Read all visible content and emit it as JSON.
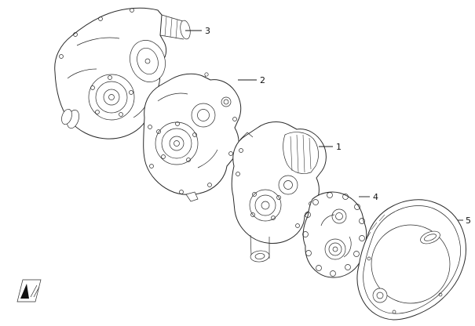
{
  "diagram": {
    "kind": "exploded-parts-diagram",
    "line_color": "#2b2b2b",
    "background": "#ffffff",
    "callouts": [
      {
        "label": "1"
      },
      {
        "label": "2"
      },
      {
        "label": "3"
      },
      {
        "label": "4"
      },
      {
        "label": "5"
      }
    ],
    "parts": [
      {
        "callout": "1",
        "name": "crankcase-right-half"
      },
      {
        "callout": "2",
        "name": "crankcase-left-half"
      },
      {
        "callout": "3",
        "name": "left-side-cover"
      },
      {
        "callout": "4",
        "name": "inner-cover-plate"
      },
      {
        "callout": "5",
        "name": "outer-side-cover"
      }
    ],
    "logo": {
      "name": "brand-logo"
    }
  }
}
